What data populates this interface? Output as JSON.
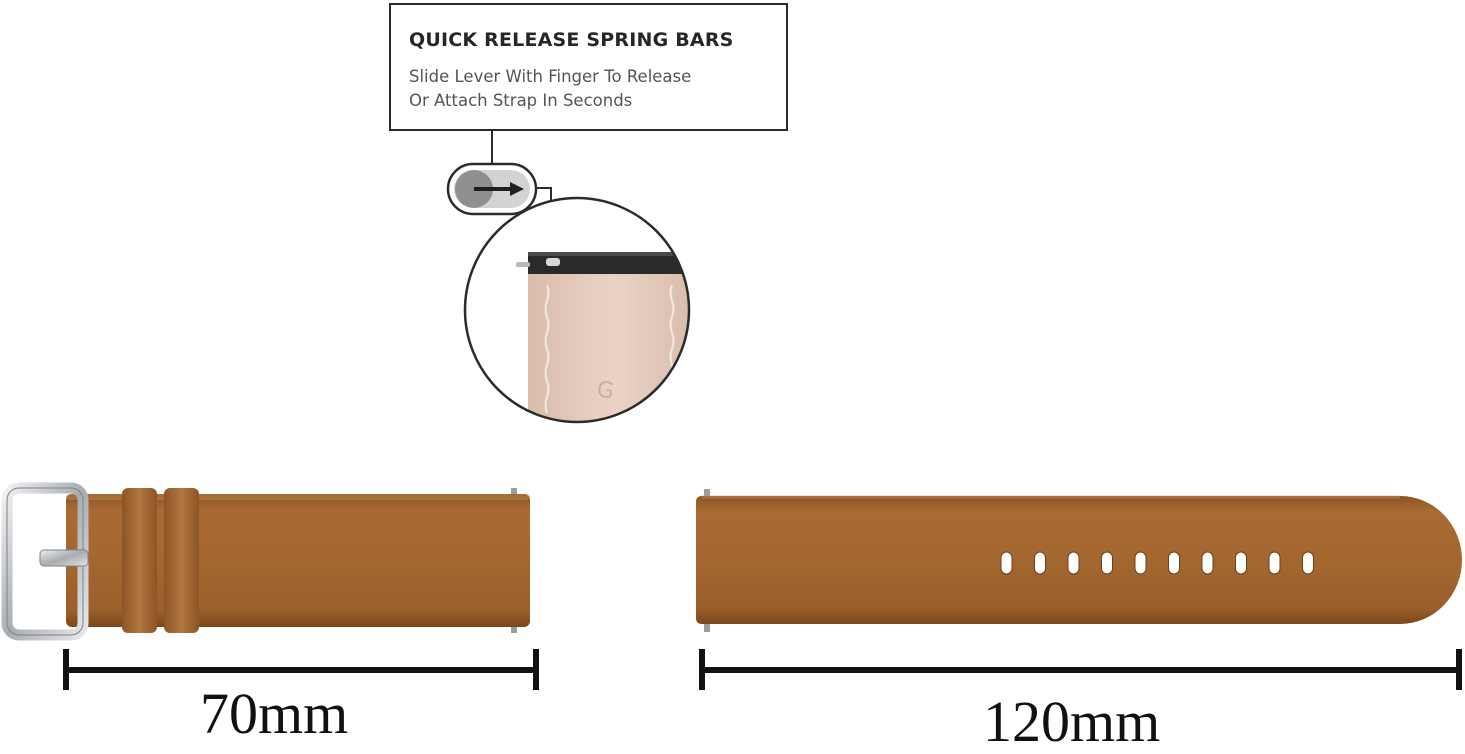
{
  "callout": {
    "title": "QUICK RELEASE SPRING BARS",
    "line1": "Slide Lever With Finger To Release",
    "line2": "Or Attach Strap In Seconds"
  },
  "buckle_strap": {
    "length_label": "70mm",
    "color": "#a0652f"
  },
  "tail_strap": {
    "length_label": "120mm",
    "color": "#a0652f",
    "hole_count": 10
  },
  "colors": {
    "leather": "#a0652f",
    "leather_dark": "#7d4a1f",
    "leather_light": "#b57a40",
    "lining": "#e6cdbf",
    "buckle": "#c7c9cc",
    "line": "#111111"
  },
  "icons": {
    "lever": "arrow-right-icon",
    "buckle": "buckle-icon"
  }
}
